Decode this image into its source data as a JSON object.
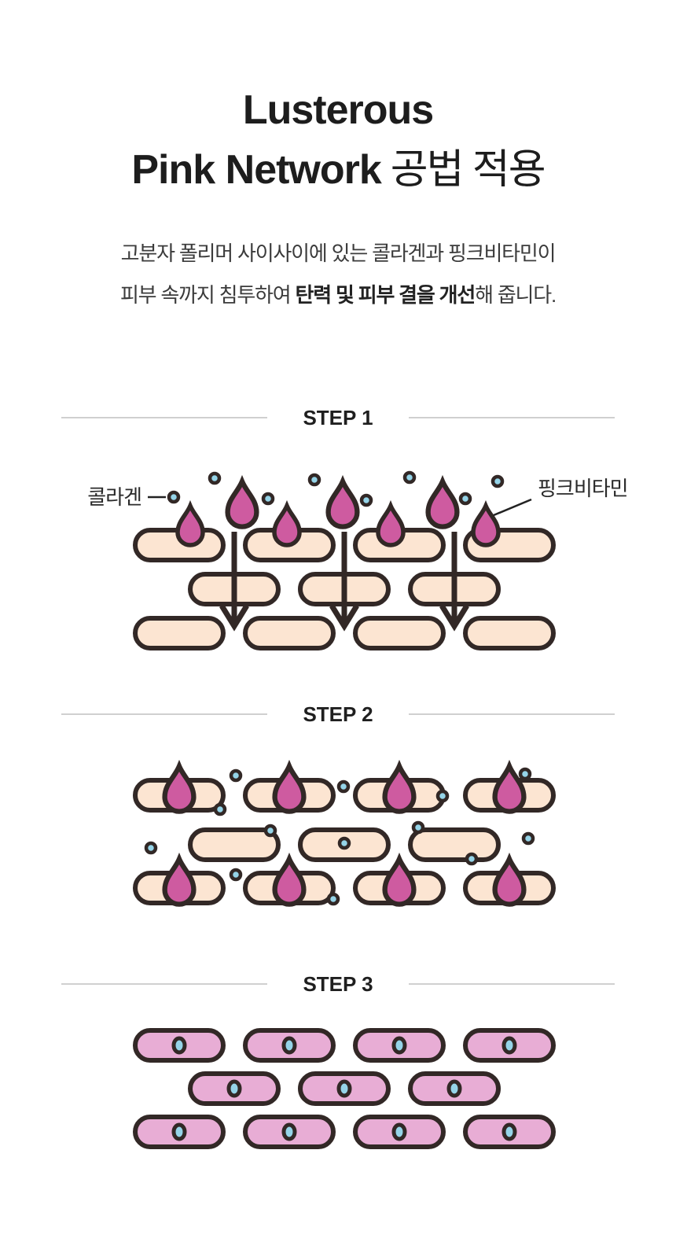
{
  "header": {
    "title_line1": "Lusterous",
    "title_line2_en": "Pink Network",
    "title_line2_ko": "공법 적용",
    "subtitle_line1": "고분자 폴리머 사이사이에 있는 콜라겐과 핑크비타민이",
    "subtitle_line2_prefix": "피부 속까지 침투하여 ",
    "subtitle_line2_bold": "탄력 및 피부 결을 개선",
    "subtitle_line2_suffix": "해 줍니다."
  },
  "steps": [
    {
      "label": "STEP 1"
    },
    {
      "label": "STEP 2"
    },
    {
      "label": "STEP 3"
    }
  ],
  "diagram_labels": {
    "collagen": "콜라겐",
    "pink_vitamin": "핑크비타민"
  },
  "palette": {
    "ink": "#322826",
    "peach": "#fce5d2",
    "drop_pink": "#ce5ba0",
    "dot_blue": "#95d4e8",
    "capsule_pink": "#e8add5",
    "divider": "#d0d0d0",
    "text_title": "#1d1d1d",
    "text_body": "#3b3b3b"
  }
}
